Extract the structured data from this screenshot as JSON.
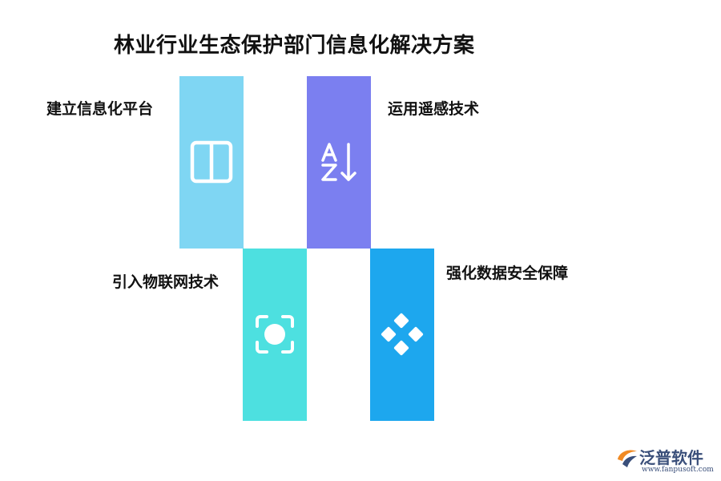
{
  "title": "林业行业生态保护部门信息化解决方案",
  "steps": [
    {
      "label": "建立信息化平台",
      "color": "#7fd6f3",
      "icon": "columns-icon"
    },
    {
      "label": "引入物联网技术",
      "color": "#4de0e0",
      "icon": "focus-frame-icon"
    },
    {
      "label": "运用遥感技术",
      "color": "#7b7ff0",
      "icon": "sort-az-icon"
    },
    {
      "label": "强化数据安全保障",
      "color": "#1da7ee",
      "icon": "diamond-grid-icon"
    }
  ],
  "logo": {
    "brand": "泛普软件",
    "url": "www.fanpusoft.com",
    "color": "#3a4f7a",
    "accent": "#f08a24"
  }
}
